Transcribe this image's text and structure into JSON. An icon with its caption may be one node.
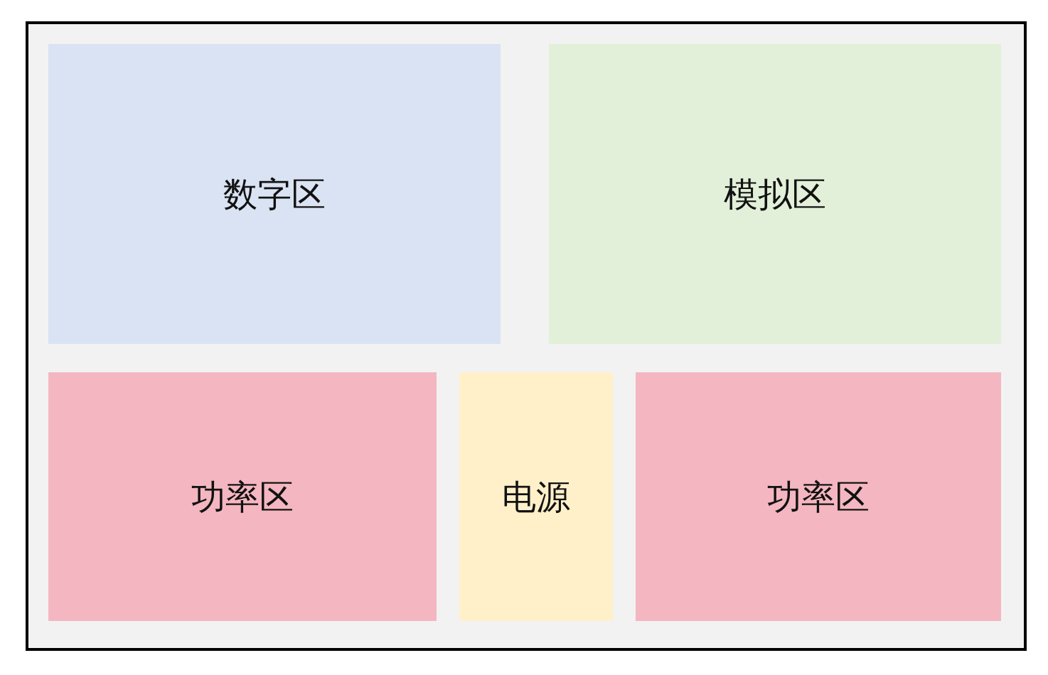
{
  "diagram": {
    "nodes": [
      {
        "text": [],
        "shape": "box"
      },
      {
        "text": [
          "数字区"
        ],
        "in": 0
      },
      {
        "text": [
          "模拟区"
        ],
        "in": 0
      },
      {
        "text": [
          "功率区"
        ],
        "in": 0
      },
      {
        "text": [
          "电源"
        ],
        "in": 0
      },
      {
        "text": [
          "功率区"
        ],
        "in": 0
      }
    ],
    "edges": []
  }
}
